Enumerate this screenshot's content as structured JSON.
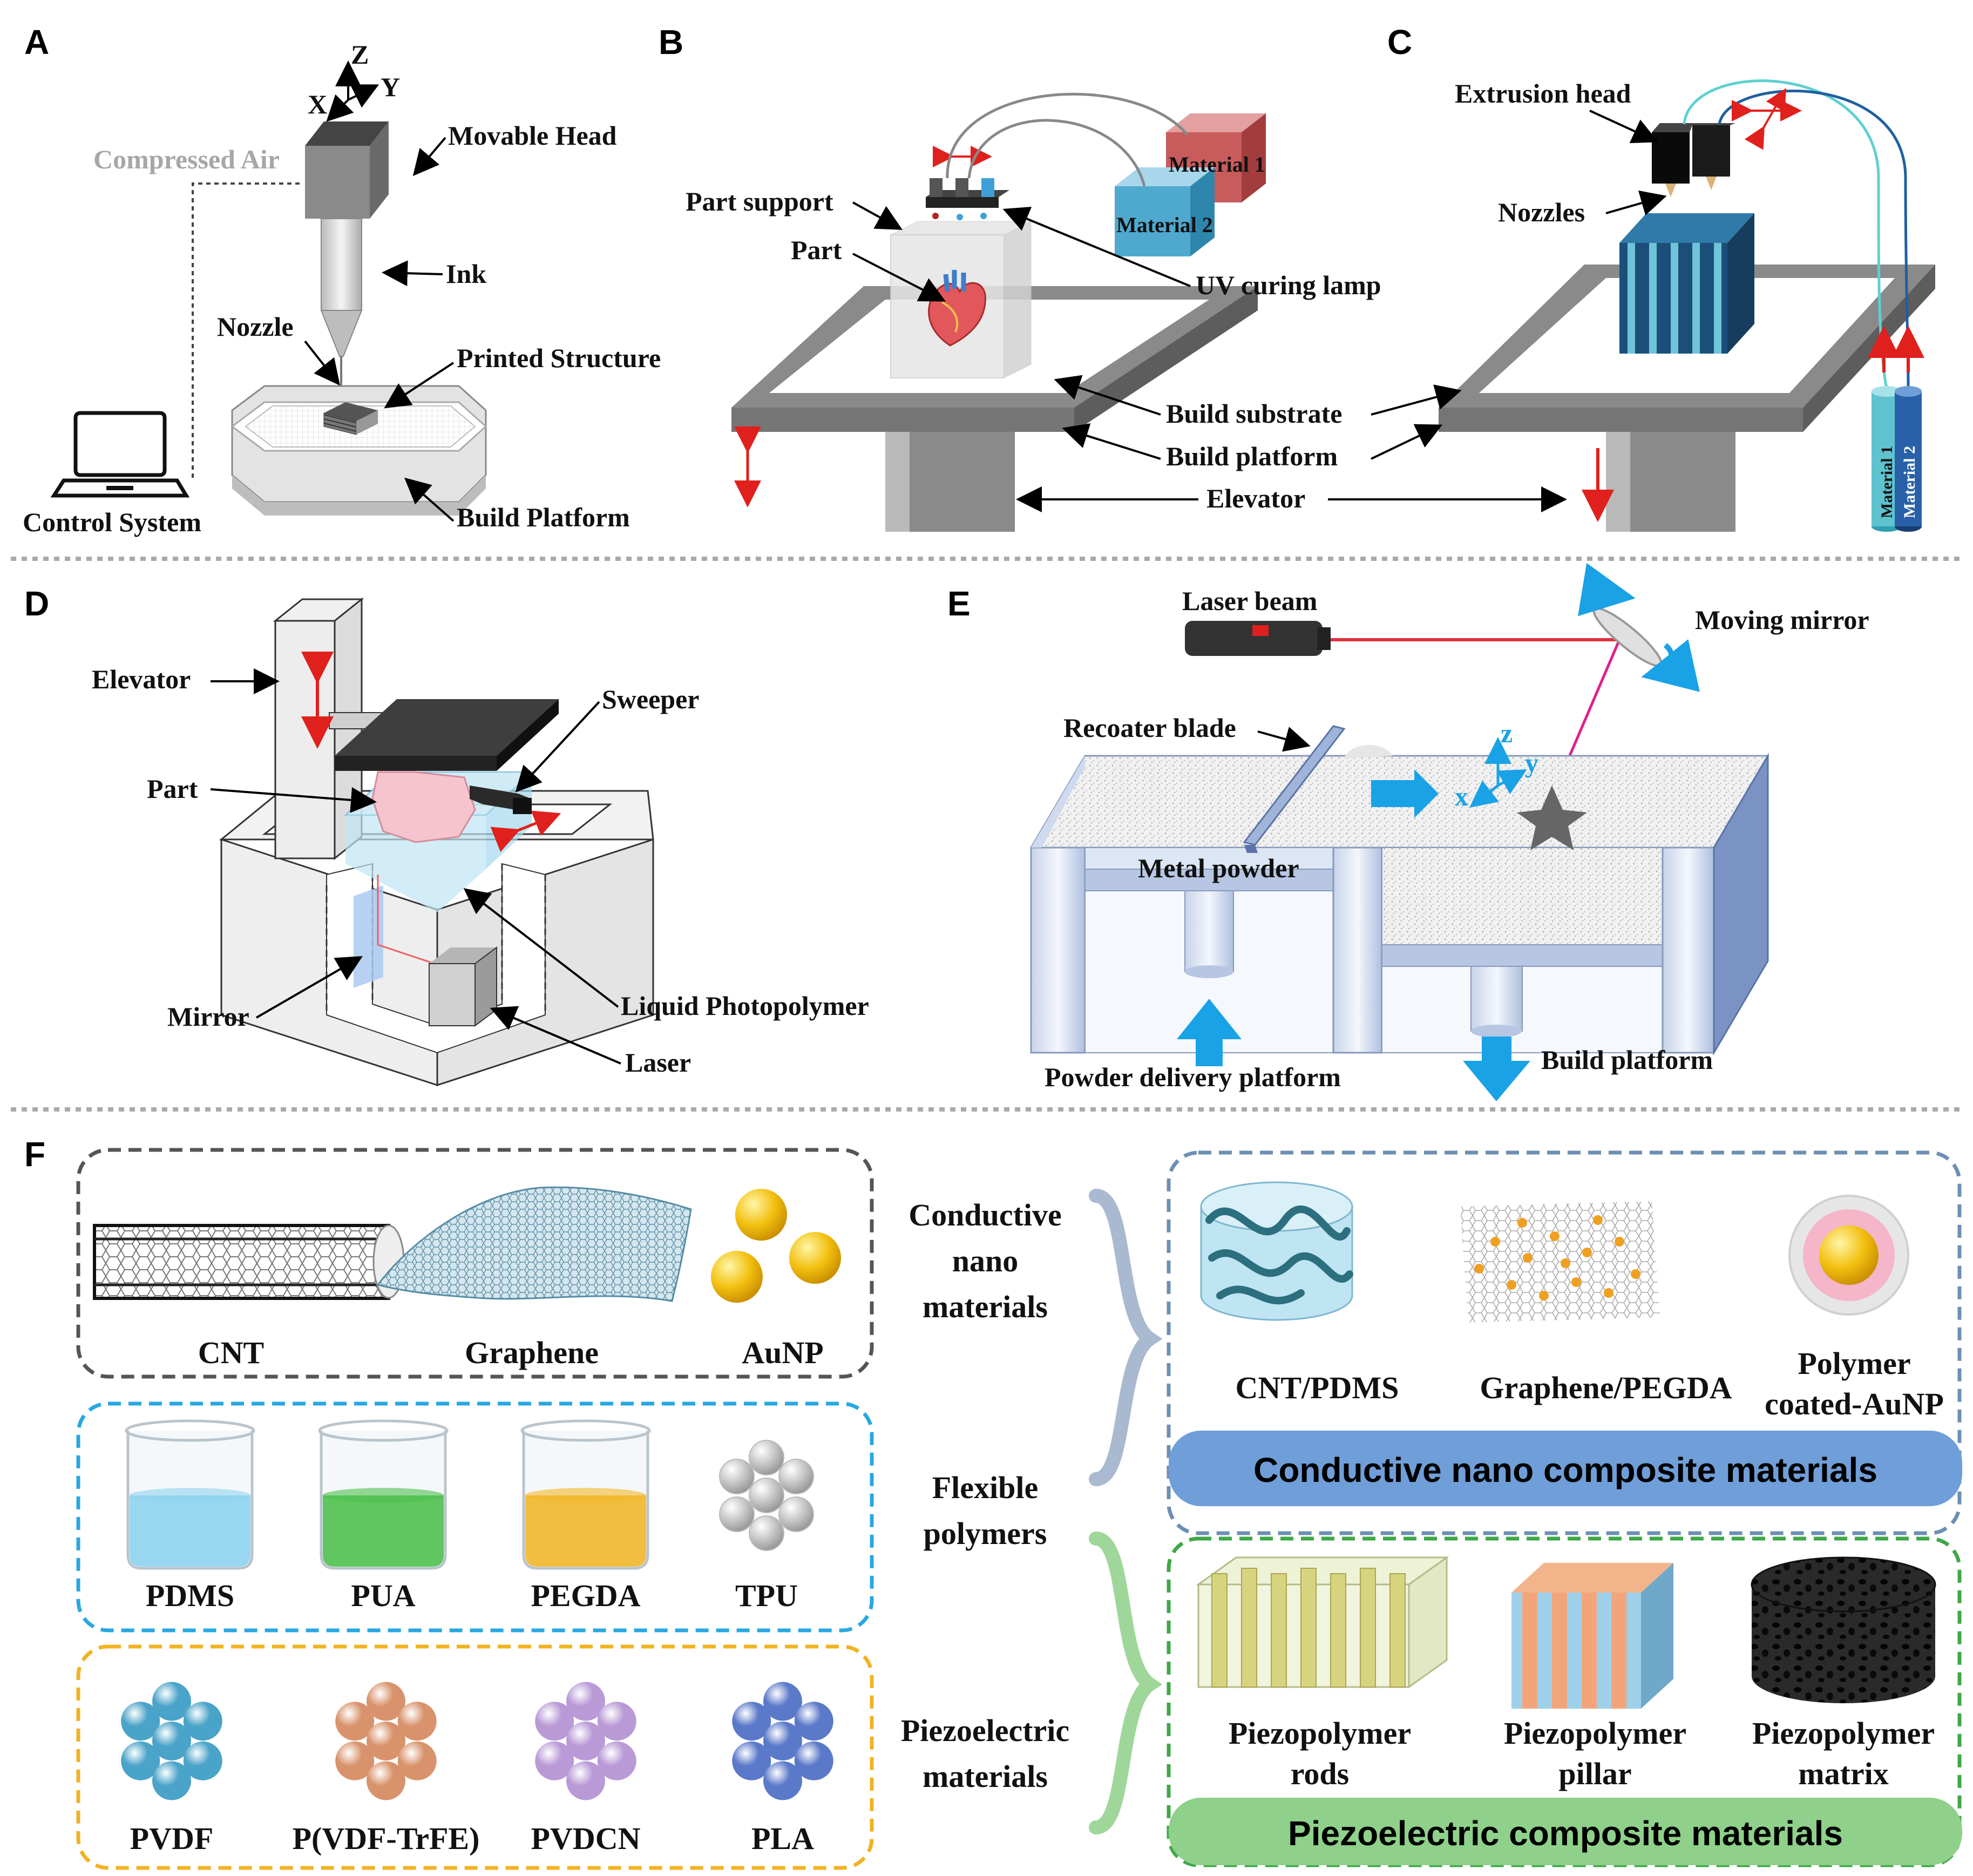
{
  "panels": {
    "A": {
      "letter": "A",
      "axes": {
        "z": "Z",
        "x": "X",
        "y": "Y"
      },
      "labels": {
        "compressed_air": "Compressed Air",
        "movable_head": "Movable Head",
        "ink": "Ink",
        "nozzle": "Nozzle",
        "printed_structure": "Printed Structure",
        "control_system": "Control System",
        "build_platform": "Build Platform"
      }
    },
    "B": {
      "letter": "B",
      "labels": {
        "part_support": "Part support",
        "part": "Part",
        "material1": "Material 1",
        "material2": "Material 2",
        "uv_lamp": "UV curing lamp",
        "build_substrate": "Build substrate",
        "build_platform": "Build platform",
        "elevator": "Elevator"
      }
    },
    "C": {
      "letter": "C",
      "labels": {
        "extrusion_head": "Extrusion head",
        "nozzles": "Nozzles",
        "material1": "Material 1",
        "material2": "Material 2"
      }
    },
    "D": {
      "letter": "D",
      "labels": {
        "elevator": "Elevator",
        "sweeper": "Sweeper",
        "part": "Part",
        "mirror": "Mirror",
        "liquid_photopolymer": "Liquid Photopolymer",
        "laser": "Laser"
      }
    },
    "E": {
      "letter": "E",
      "axes": {
        "z": "z",
        "x": "x",
        "y": "y"
      },
      "labels": {
        "laser_beam": "Laser beam",
        "moving_mirror": "Moving mirror",
        "recoater_blade": "Recoater blade",
        "metal_powder": "Metal powder",
        "powder_delivery": "Powder delivery platform",
        "build_platform": "Build platform"
      }
    },
    "F": {
      "letter": "F",
      "nano_items": [
        "CNT",
        "Graphene",
        "AuNP"
      ],
      "polymer_items": [
        "PDMS",
        "PUA",
        "PEGDA",
        "TPU"
      ],
      "piezo_items": [
        "PVDF",
        "P(VDF-TrFE)",
        "PVDCN",
        "PLA"
      ],
      "categories": {
        "conductive": [
          "Conductive",
          "nano",
          "materials"
        ],
        "flexible": [
          "Flexible",
          "polymers"
        ],
        "piezo": [
          "Piezoelectric",
          "materials"
        ]
      },
      "conductive_composites": [
        [
          "CNT/PDMS"
        ],
        [
          "Graphene/PEGDA"
        ],
        [
          "Polymer",
          "coated-AuNP"
        ]
      ],
      "conductive_banner": "Conductive nano composite materials",
      "piezo_composites": [
        [
          "Piezopolymer",
          "rods"
        ],
        [
          "Piezopolymer",
          "pillar"
        ],
        [
          "Piezopolymer",
          "matrix"
        ]
      ],
      "piezo_banner": "Piezoelectric composite materials",
      "colors": {
        "nano_frame": "#555555",
        "polymer_frame": "#29a8e0",
        "piezo_frame": "#f0b323",
        "conductive_frame": "#6d8fb3",
        "piezo_comp_frame": "#3fa847",
        "conductive_banner": "#6f9ed8",
        "piezo_banner": "#8fd08a",
        "pdms": "#8fd3ee",
        "pua": "#4fc04f",
        "pegda": "#f2b72a",
        "pvdf": "#4aa3c8",
        "pvdftrfe": "#d8936c",
        "pvdcn": "#b99ad6",
        "pla": "#5b79c9"
      }
    }
  }
}
